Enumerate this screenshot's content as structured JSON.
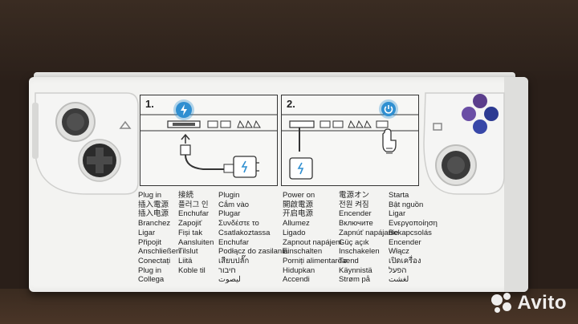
{
  "step1": {
    "number": "1."
  },
  "step2": {
    "number": "2."
  },
  "columns": {
    "col1": [
      "Plug in",
      "插入電源",
      "插入电源",
      "Branchez",
      "Ligar",
      "Připojit",
      "Anschließen",
      "Conectați",
      "Plug in",
      "Collega"
    ],
    "col2": [
      "接続",
      "플러그 인",
      "Enchufar",
      "Zapojiť",
      "Fiși tak",
      "Aansluiten",
      "Tilslut",
      "Liitä",
      "Koble til"
    ],
    "col3": [
      "Plugin",
      "Cắm vào",
      "Plugar",
      "Συνδέστε το",
      "Csatlakoztassa",
      "Enchufar",
      "Podłącz do zasilania",
      "เสียบปลั๊ก",
      "חיבור",
      "ليصوت"
    ],
    "col4": [
      "Power on",
      "開啟電源",
      "开启电源",
      "Allumez",
      "Ligado",
      "Zapnout napájení",
      "Einschalten",
      "Porniți alimentarea",
      "Hidupkan",
      "Accendi"
    ],
    "col5": [
      "電源オン",
      "전원 켜짐",
      "Encender",
      "Включите",
      "Zapnúť napájanie",
      "Güç açık",
      "Inschakelen",
      "Tænd",
      "Käynnistä",
      "Strøm på"
    ],
    "col6": [
      "Starta",
      "Bật nguồn",
      "Ligar",
      "Ενεργοποίηση",
      "Bekapcsolás",
      "Encender",
      "Włącz",
      "เปิดเครื่อง",
      "הפעל",
      "لغشت"
    ]
  },
  "watermark": {
    "text": "Avito"
  },
  "colors": {
    "box": "#f3f3f1",
    "accent": "#2f8fd1",
    "background": "#2a1f19"
  }
}
